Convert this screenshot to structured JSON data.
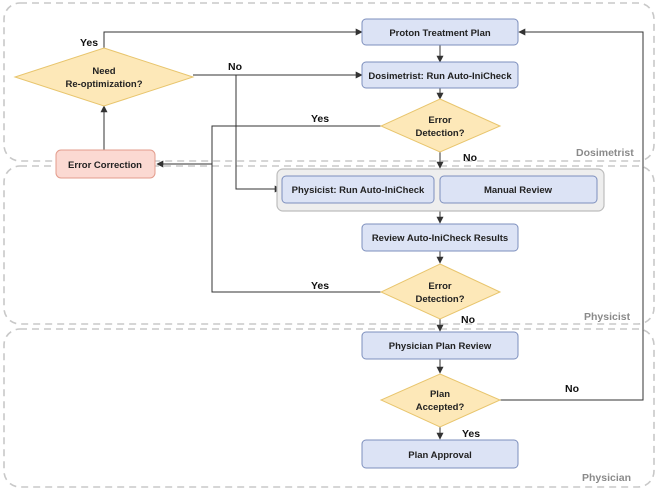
{
  "lanes": {
    "dosimetrist": "Dosimetrist",
    "physicist": "Physicist",
    "physician": "Physician"
  },
  "nodes": {
    "proton_plan": "Proton Treatment Plan",
    "dosimetrist_run": "Dosimetrist: Run Auto-IniCheck",
    "error_detection_1": [
      "Error",
      "Detection?"
    ],
    "need_reopt": [
      "Need",
      "Re-optimization?"
    ],
    "error_correction": "Error Correction",
    "physicist_run": "Physicist: Run Auto-IniCheck",
    "manual_review": "Manual Review",
    "review_results": "Review Auto-IniCheck Results",
    "error_detection_2": [
      "Error",
      "Detection?"
    ],
    "physician_review": "Physician Plan Review",
    "plan_accepted": [
      "Plan",
      "Accepted?"
    ],
    "plan_approval": "Plan Approval"
  },
  "edge_labels": {
    "reopt_yes": "Yes",
    "reopt_no": "No",
    "err1_yes": "Yes",
    "err1_no": "No",
    "err2_yes": "Yes",
    "err2_no": "No",
    "accepted_no": "No",
    "accepted_yes": "Yes"
  },
  "colors": {
    "process_fill": "#dce3f5",
    "decision_fill": "#fde8b8",
    "correction_fill": "#fbd9d2",
    "lane_border": "#c8c8c8"
  }
}
